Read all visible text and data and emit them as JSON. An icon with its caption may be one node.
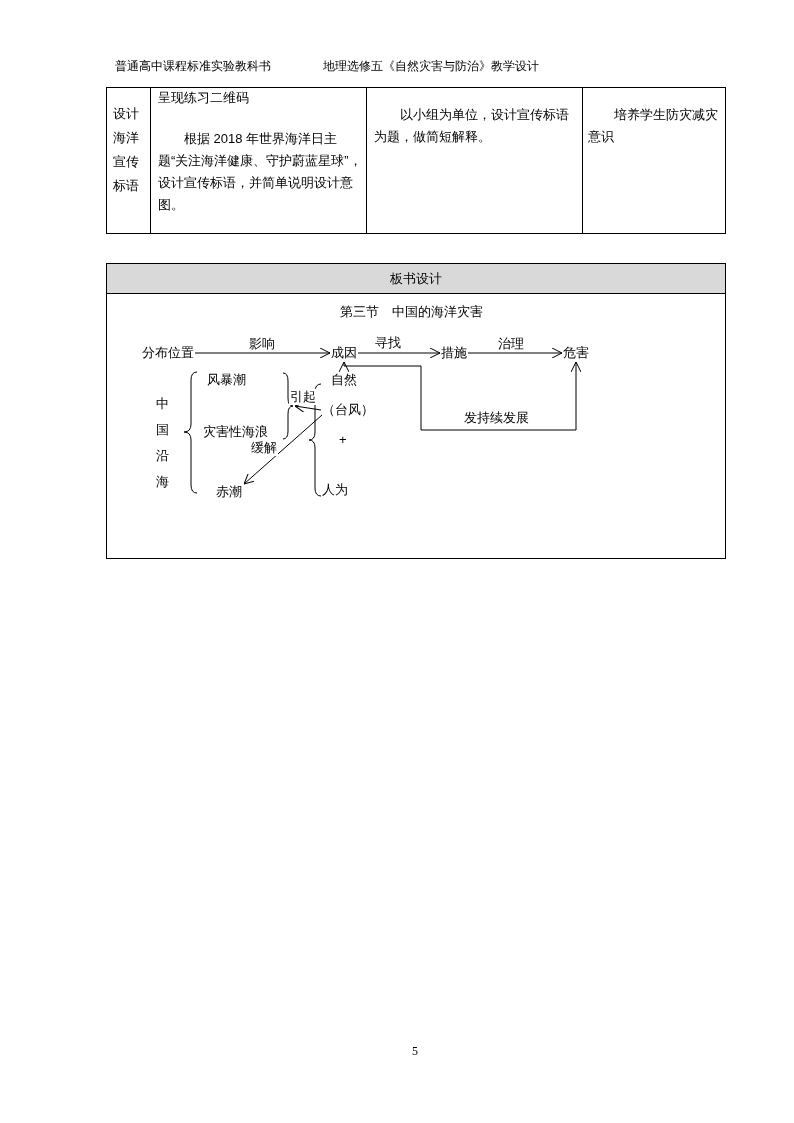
{
  "diagram": {
    "title": "第三节　中国的海洋灾害",
    "nodes": [
      {
        "text": [
          "分布位置"
        ]
      },
      {
        "text": [
          "成因"
        ]
      },
      {
        "text": [
          "措施"
        ]
      },
      {
        "text": [
          "危害"
        ]
      },
      {
        "text": [
          "中国沿海"
        ]
      },
      {
        "text": [
          "风暴潮"
        ]
      },
      {
        "text": [
          "灾害性海浪"
        ]
      },
      {
        "text": [
          "赤潮"
        ]
      },
      {
        "text": [
          "自然"
        ]
      },
      {
        "text": [
          "（台风）"
        ]
      },
      {
        "text": [
          "人为"
        ]
      },
      {
        "text": [],
        "shape": "bracket"
      }
    ],
    "edges": [
      {
        "from": 0,
        "to": 1,
        "arrow": "to",
        "label": "影响"
      },
      {
        "from": 1,
        "to": 2,
        "arrow": "to",
        "label": "寻找"
      },
      {
        "from": 2,
        "to": 3,
        "arrow": "to",
        "label": "治理"
      },
      {
        "from": 1,
        "to": 3,
        "arrow": "both",
        "label": "发持续发展"
      },
      {
        "from": 9,
        "to": 11,
        "arrow": "to",
        "label": "引起"
      },
      {
        "from": 9,
        "to": 7,
        "arrow": "to",
        "label": "缓解"
      }
    ],
    "labels": [
      "普通高中课程标准实验教科书",
      "地理选修五《自然灾害与防治》教学设计",
      "设计海洋宣传标语",
      "呈现练习二维码",
      "根据 2018 年世界海洋日主题“关注海洋健康、守护蔚蓝星球”，设计宣传标语，并简单说明设计意图。",
      "以小组为单位，设计宣传标语为题，做简短解释。",
      "培养学生防灾减灾意识",
      "板书设计",
      "+",
      "5"
    ]
  }
}
